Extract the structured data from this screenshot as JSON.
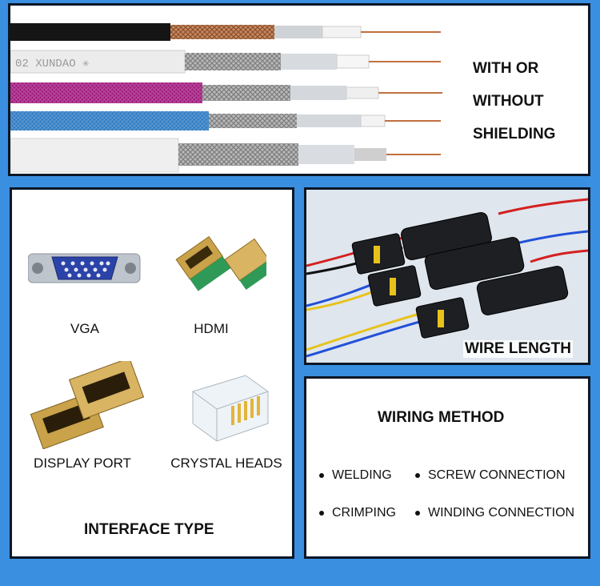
{
  "shielding": {
    "lines": [
      "WITH OR",
      "WITHOUT",
      "SHIELDING"
    ],
    "cable_label": "02 XUNDAO ✳"
  },
  "interface": {
    "items": [
      {
        "label": "VGA"
      },
      {
        "label": "HDMI"
      },
      {
        "label": "DISPLAY PORT"
      },
      {
        "label": "CRYSTAL HEADS"
      }
    ],
    "title": "INTERFACE TYPE"
  },
  "wire_length": {
    "title": "WIRE LENGTH"
  },
  "wiring_method": {
    "title": "WIRING METHOD",
    "options": [
      "WELDING",
      "SCREW CONNECTION",
      "CRIMPING",
      "WINDING CONNECTION"
    ]
  },
  "colors": {
    "background": "#3a8fe0",
    "panel_border": "#0c1626",
    "vga_blue": "#2b43a8",
    "gold": "#c9a24a"
  }
}
